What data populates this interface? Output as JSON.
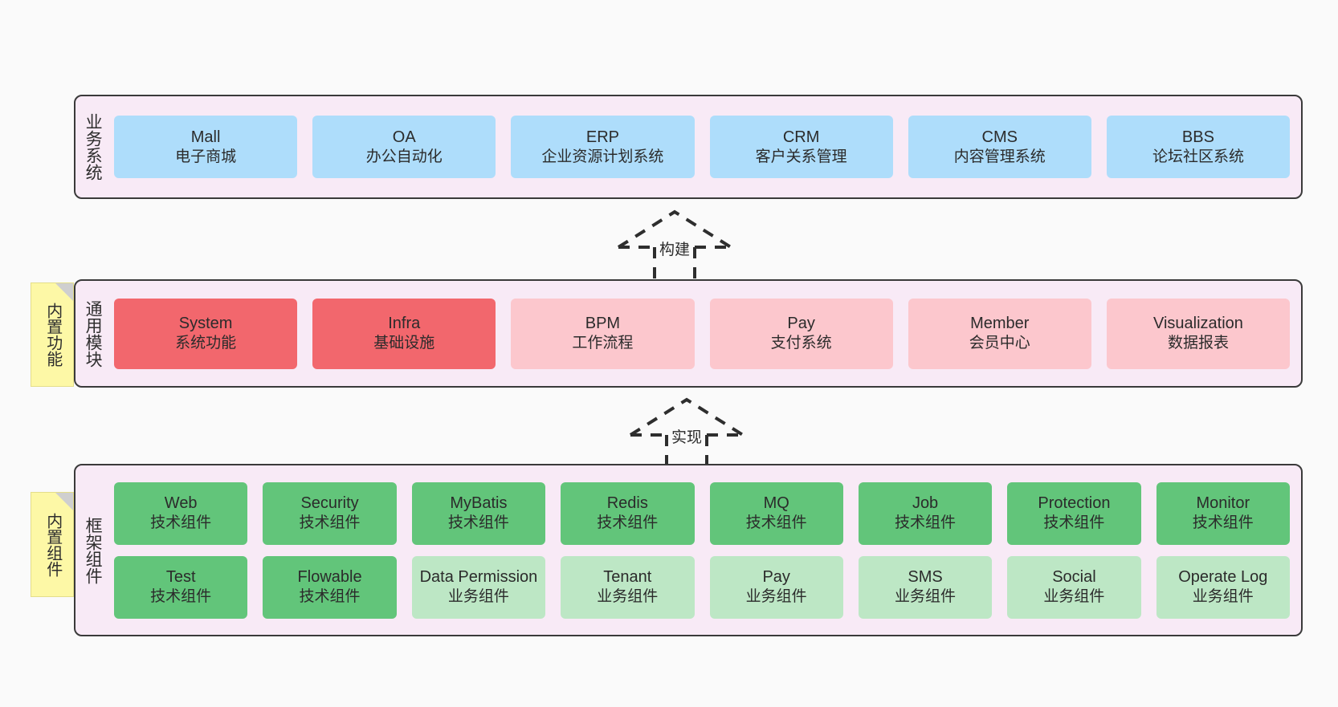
{
  "diagram": {
    "background": "#fafafa",
    "palette": {
      "container": "#f8eaf6",
      "blue": "#aeddfb",
      "red": "#f2676d",
      "pink": "#fcc7cd",
      "green": "#62c57a",
      "light_green": "#bde7c5",
      "note_yellow": "#fdf8a6",
      "outline": "#3a3a3a"
    }
  },
  "layers": {
    "business": {
      "title": "业务系统",
      "nodes": [
        {
          "en": "Mall",
          "cn": "电子商城"
        },
        {
          "en": "OA",
          "cn": "办公自动化"
        },
        {
          "en": "ERP",
          "cn": "企业资源计划系统"
        },
        {
          "en": "CRM",
          "cn": "客户关系管理"
        },
        {
          "en": "CMS",
          "cn": "内容管理系统"
        },
        {
          "en": "BBS",
          "cn": "论坛社区系统"
        }
      ]
    },
    "modules": {
      "title": "通用模块",
      "note": "内置功能",
      "nodes": [
        {
          "en": "System",
          "cn": "系统功能",
          "color": "red"
        },
        {
          "en": "Infra",
          "cn": "基础设施",
          "color": "red"
        },
        {
          "en": "BPM",
          "cn": "工作流程",
          "color": "pink"
        },
        {
          "en": "Pay",
          "cn": "支付系统",
          "color": "pink"
        },
        {
          "en": "Member",
          "cn": "会员中心",
          "color": "pink"
        },
        {
          "en": "Visualization",
          "cn": "数据报表",
          "color": "pink"
        }
      ]
    },
    "framework": {
      "title": "框架组件",
      "note": "内置组件",
      "row_tech": [
        {
          "en": "Web",
          "cn": "技术组件"
        },
        {
          "en": "Security",
          "cn": "技术组件"
        },
        {
          "en": "MyBatis",
          "cn": "技术组件"
        },
        {
          "en": "Redis",
          "cn": "技术组件"
        },
        {
          "en": "MQ",
          "cn": "技术组件"
        },
        {
          "en": "Job",
          "cn": "技术组件"
        },
        {
          "en": "Protection",
          "cn": "技术组件"
        },
        {
          "en": "Monitor",
          "cn": "技术组件"
        }
      ],
      "row_biz": [
        {
          "en": "Test",
          "cn": "技术组件",
          "color": "green"
        },
        {
          "en": "Flowable",
          "cn": "技术组件",
          "color": "green"
        },
        {
          "en": "Data Permission",
          "cn": "业务组件",
          "color": "light_green"
        },
        {
          "en": "Tenant",
          "cn": "业务组件",
          "color": "light_green"
        },
        {
          "en": "Pay",
          "cn": "业务组件",
          "color": "light_green"
        },
        {
          "en": "SMS",
          "cn": "业务组件",
          "color": "light_green"
        },
        {
          "en": "Social",
          "cn": "业务组件",
          "color": "light_green"
        },
        {
          "en": "Operate Log",
          "cn": "业务组件",
          "color": "light_green"
        }
      ]
    }
  },
  "connectors": [
    {
      "id": "build",
      "label": "构建"
    },
    {
      "id": "implement",
      "label": "实现"
    }
  ]
}
